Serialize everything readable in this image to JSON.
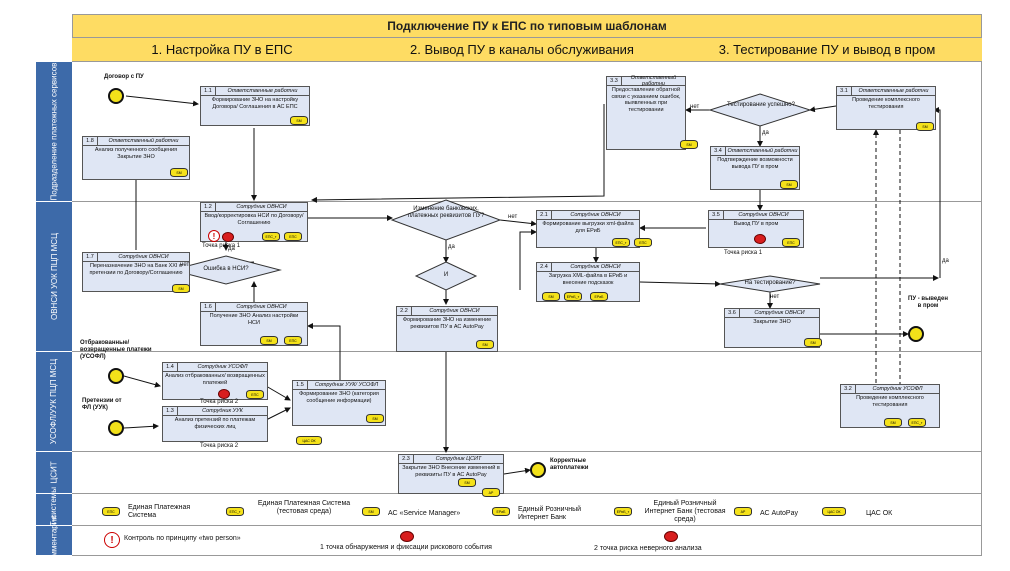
{
  "title": "Подключение ПУ к ЕПС по типовым шаблонам",
  "phases": [
    "1. Настройка ПУ в ЕПС",
    "2. Вывод ПУ в каналы обслуживания",
    "3. Тестирование ПУ и вывод в пром"
  ],
  "lanes": [
    "Подразделение платежных сервисов",
    "ОВНСИ УОК ПЦП МСЦ",
    "УСОФЛ/УУК ПЦП МСЦ",
    "ЦСИТ",
    "ИТ-системы",
    "Комментарии"
  ],
  "events": {
    "e1": "Договор с ПУ",
    "e2": "Отбракованные/ возвращенные платежи (УСОФЛ)",
    "e3": "Претензии от ФЛ (УУК)",
    "e4": "Корректные автоплатежи",
    "e5": "ПУ - выведен в пром"
  },
  "boxes": {
    "b11": {
      "num": "1.1",
      "role": "Ответственные работни",
      "text": "Формирование ЗНО на настройку Договора/ Соглашения в АС ЕПС"
    },
    "b18": {
      "num": "1.8",
      "role": "Ответственный работни",
      "text": "Анализ полученного сообщения Закрытие ЗНО"
    },
    "b12": {
      "num": "1.2",
      "role": "Сотрудник ОВНСИ",
      "text": "Ввод/корректировка НСИ по Договору/Соглашению"
    },
    "b17": {
      "num": "1.7",
      "role": "Сотрудник ОВНСИ",
      "text": "Переназначение ЗНО на Банк XXI о претензии по Договору/Соглашению"
    },
    "b16": {
      "num": "1.6",
      "role": "Сотрудник ОВНСИ",
      "text": "Получение ЗНО Анализ настройки НСИ"
    },
    "b14": {
      "num": "1.4",
      "role": "Сотрудник УСОФЛ",
      "text": "Анализ отбракованных/ возвращенных платежей"
    },
    "b13": {
      "num": "1.3",
      "role": "Сотрудник УУК",
      "text": "Анализ претензий по платежам физических лиц"
    },
    "b15": {
      "num": "1.5",
      "role": "Сотрудник УУК/ УСОФЛ",
      "text": "Формирование ЗНО (категория сообщение информации)"
    },
    "b22": {
      "num": "2.2",
      "role": "Сотрудник ОВНСИ",
      "text": "Формирование ЗНО на изменение реквизитов ПУ в АС AutoPay"
    },
    "b21": {
      "num": "2.1",
      "role": "Сотрудник ОВНСИ",
      "text": "Формирование выгрузки xml-файла для ЕРиБ"
    },
    "b24": {
      "num": "2.4",
      "role": "Сотрудник ОВНСИ",
      "text": "Загрузка XML-файла в ЕРиБ и внесение подсказок"
    },
    "b23": {
      "num": "2.3",
      "role": "Сотрудник ЦСИТ",
      "text": "Закрытие ЗНО Внесение изменений в реквизиты ПУ в АС AutoPay"
    },
    "b33": {
      "num": "3.3",
      "role": "Ответственный работни",
      "text": "Предоставление обратной связи с указанием ошибок, выявленных при тестировании"
    },
    "b31": {
      "num": "3.1",
      "role": "Ответственные работни",
      "text": "Проведение комплексного тестирования"
    },
    "b34": {
      "num": "3.4",
      "role": "Ответственный работни",
      "text": "Подтверждение возможности вывода ПУ в пром"
    },
    "b35": {
      "num": "3.5",
      "role": "Сотрудник ОВНСИ",
      "text": "Вывод ПУ в пром"
    },
    "b36": {
      "num": "3.6",
      "role": "Сотрудник ОВНСИ",
      "text": "Закрытие ЗНО"
    },
    "b32": {
      "num": "3.2",
      "role": "Сотрудник УСОФЛ",
      "text": "Проведение комплексного тестирования"
    }
  },
  "decisions": {
    "d1": "Ошибка в НСИ?",
    "d2": "Изменение банковских, платежных реквизитов ПУ?",
    "d3": "И",
    "d4": "Тестирование успешно?",
    "d5": "На тестирование?"
  },
  "flow_labels": {
    "no": "нет",
    "yes": "да"
  },
  "risk_points": {
    "r1": "Точка риска 1",
    "r2": "Точка риска 2"
  },
  "legend": {
    "systems": [
      "Единая Платежная Система",
      "Единая Платежная Система (тестовая среда)",
      "АС «Service Manager»",
      "Единый Розничный Интернет Банк",
      "Единый Розничный Интернет Банк (тестовая среда)",
      "АС AutoPay",
      "ЦАС ОК"
    ],
    "codes": [
      "ЕПС",
      "ЕПС_т",
      "SM",
      "ЕРиБ",
      "ЕРиБ_т",
      "AP",
      "ЦАС ОК"
    ],
    "comments": [
      "Контроль по принципу «two person»",
      "1 точка обнаружения и фиксации рискового события",
      "2 точка риска неверного анализа"
    ]
  },
  "colors": {
    "header": "#fedc63",
    "lane": "#3d6aa9",
    "box": "#dfe6f4",
    "system": "#f5e21a",
    "risk": "#d81e1e"
  }
}
